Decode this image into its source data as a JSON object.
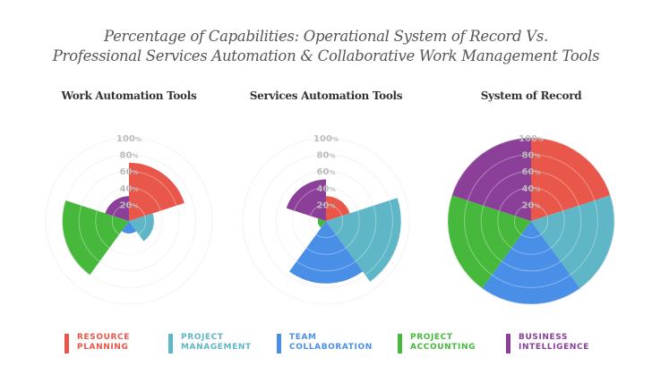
{
  "title": {
    "line1": "Percentage of Capabilities: Operational System of Record Vs.",
    "line2": "Professional Services Automation & Collaborative Work Management Tools"
  },
  "colors": {
    "resource_planning": "#E8574A",
    "project_management": "#5FB6C6",
    "team_collaboration": "#4A8FE7",
    "project_accounting": "#46B93C",
    "business_intelligence": "#8B3F98"
  },
  "legend": [
    {
      "line1": "RESOURCE",
      "line2": "PLANNING",
      "color": "#E8574A"
    },
    {
      "line1": "PROJECT",
      "line2": "MANAGEMENT",
      "color": "#5FB6C6"
    },
    {
      "line1": "TEAM",
      "line2": "COLLABORATION",
      "color": "#4A8FE7"
    },
    {
      "line1": "PROJECT",
      "line2": "ACCOUNTING",
      "color": "#46B93C"
    },
    {
      "line1": "BUSINESS",
      "line2": "INTELLIGENCE",
      "color": "#8B3F98"
    }
  ],
  "axis_labels": [
    "20%",
    "40%",
    "60%",
    "80%",
    "100%"
  ],
  "charts": [
    {
      "title": "Work Automation Tools"
    },
    {
      "title": "Services Automation Tools"
    },
    {
      "title": "System of Record"
    }
  ],
  "chart_data": {
    "type": "polar-area",
    "title": "Percentage of Capabilities: Operational System of Record Vs. Professional Services Automation & Collaborative Work Management Tools",
    "categories": [
      "Resource Planning",
      "Project Management",
      "Team Collaboration",
      "Project Accounting",
      "Business Intelligence"
    ],
    "rlim": [
      0,
      100
    ],
    "rticks": [
      20,
      40,
      60,
      80,
      100
    ],
    "grid": true,
    "legend_position": "bottom",
    "panels": [
      {
        "title": "Work Automation Tools",
        "values": [
          70,
          30,
          15,
          80,
          30
        ]
      },
      {
        "title": "Services Automation Tools",
        "values": [
          30,
          90,
          75,
          10,
          50
        ]
      },
      {
        "title": "System of Record",
        "values": [
          100,
          100,
          100,
          100,
          100
        ]
      }
    ]
  }
}
